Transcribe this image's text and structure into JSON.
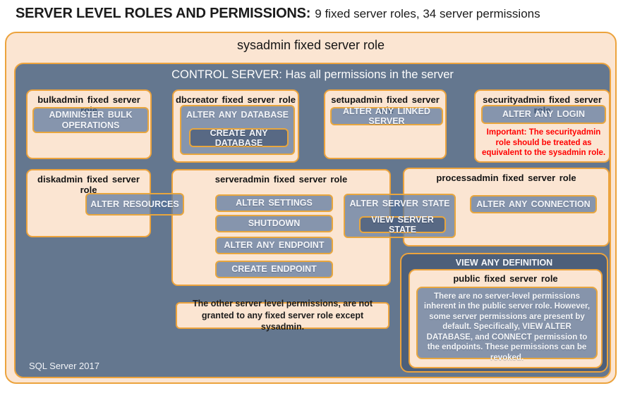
{
  "title": {
    "main": "SERVER LEVEL ROLES AND PERMISSIONS:",
    "subtitle": "9 fixed server roles, 34 server permissions"
  },
  "sysadmin_label": "sysadmin fixed server role",
  "control_server_label": "CONTROL SERVER: Has all permissions in the server",
  "footer_label": "SQL Server 2017",
  "roles": {
    "bulkadmin": {
      "title": "bulkadmin fixed server role",
      "permission": "ADMINISTER BULK OPERATIONS"
    },
    "dbcreator": {
      "title": "dbcreator fixed server role",
      "permission_outer": "ALTER ANY DATABASE",
      "permission_nested": "CREATE ANY DATABASE"
    },
    "setupadmin": {
      "title": "setupadmin fixed server role",
      "permission": "ALTER ANY LINKED SERVER"
    },
    "securityadmin": {
      "title": "securityadmin fixed server role",
      "permission": "ALTER ANY LOGIN",
      "warning": "Important: The securityadmin role should be treated as equivalent to the sysadmin role."
    },
    "diskadmin": {
      "title": "diskadmin fixed server role",
      "permission": "ALTER RESOURCES"
    },
    "serveradmin": {
      "title": "serveradmin fixed server role",
      "permissions": [
        "ALTER SETTINGS",
        "SHUTDOWN",
        "ALTER ANY ENDPOINT",
        "CREATE ENDPOINT"
      ],
      "shared_permission_outer": "ALTER SERVER STATE",
      "shared_permission_nested": "VIEW SERVER STATE"
    },
    "processadmin": {
      "title": "processadmin fixed server role",
      "permission": "ALTER ANY CONNECTION"
    },
    "public": {
      "permission_outer": "VIEW ANY DEFINITION",
      "title": "public fixed server role",
      "description": "There are no server-level permissions inherent in the public server role. However, some server permissions are present by default. Specifically, VIEW ALTER DATABASE, and CONNECT permission to the endpoints. These permissions can be revoked."
    }
  },
  "footnote": "The other server level permissions, are not granted to any fixed server role except sysadmin.",
  "colors": {
    "peach": "#FBE5D2",
    "gold": "#ECA33D",
    "slate": "#64778F",
    "slate_dark": "#4D5F7A",
    "permission_fill": "#8694AB",
    "warning_red": "#FF0000"
  }
}
